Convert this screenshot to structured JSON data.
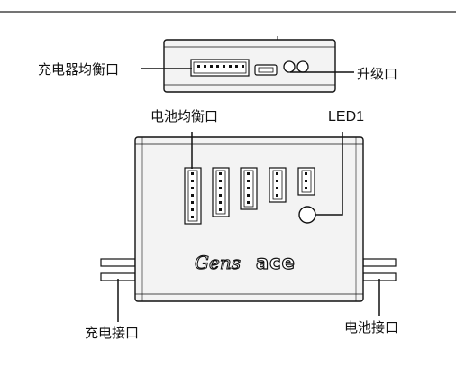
{
  "labels": {
    "charger_balance_port": "充电器均衡口",
    "upgrade_port": "升级口",
    "battery_balance_port": "电池均衡口",
    "led": "LED1",
    "charge_port": "充电接口",
    "battery_port": "电池接口"
  },
  "brand": {
    "logo_text": "Gens",
    "model_text": "ace"
  },
  "connectors": {
    "top_pin_count": 8,
    "balance_pin_counts": [
      7,
      6,
      5,
      4,
      3
    ]
  },
  "colors": {
    "stroke": "#111111",
    "fill_light": "#f3f3f3",
    "fill_dark": "#e0e0e0"
  }
}
